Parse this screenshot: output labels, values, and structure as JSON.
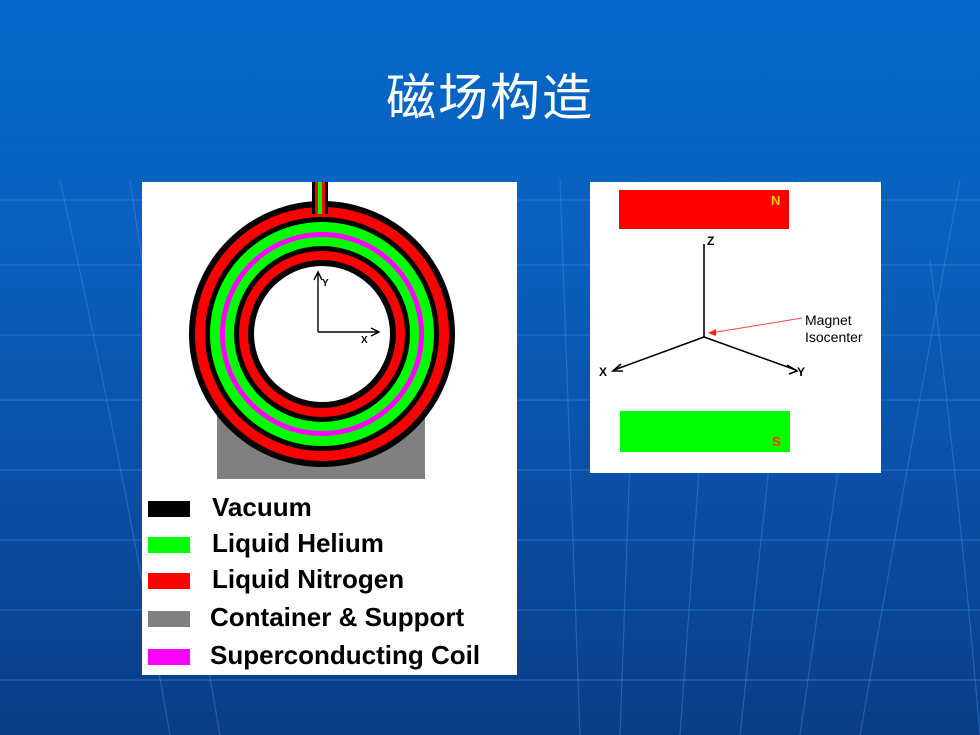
{
  "slide": {
    "title": "磁场构造",
    "colors": {
      "background_top": "#0468c8",
      "background_bottom": "#0a3d86",
      "vacuum": "#000000",
      "liquid_helium": "#00ff00",
      "liquid_nitrogen": "#ff0000",
      "container_support": "#808080",
      "superconducting_coil": "#ff00ff"
    }
  },
  "cross_section": {
    "axis_y": "Y",
    "axis_x": "X",
    "legend": [
      {
        "label": "Vacuum",
        "color": "#000000"
      },
      {
        "label": "Liquid Helium",
        "color": "#00ff00"
      },
      {
        "label": "Liquid Nitrogen",
        "color": "#ff0000"
      },
      {
        "label": "Container & Support",
        "color": "#808080"
      },
      {
        "label": "Superconducting Coil",
        "color": "#ff00ff"
      }
    ]
  },
  "magnet_diagram": {
    "north_label": "N",
    "south_label": "S",
    "axis_z": "Z",
    "axis_x": "X",
    "axis_y": "Y",
    "isocenter_line1": "Magnet",
    "isocenter_line2": "Isocenter",
    "north_color": "#ff0000",
    "south_color": "#00ff00"
  }
}
